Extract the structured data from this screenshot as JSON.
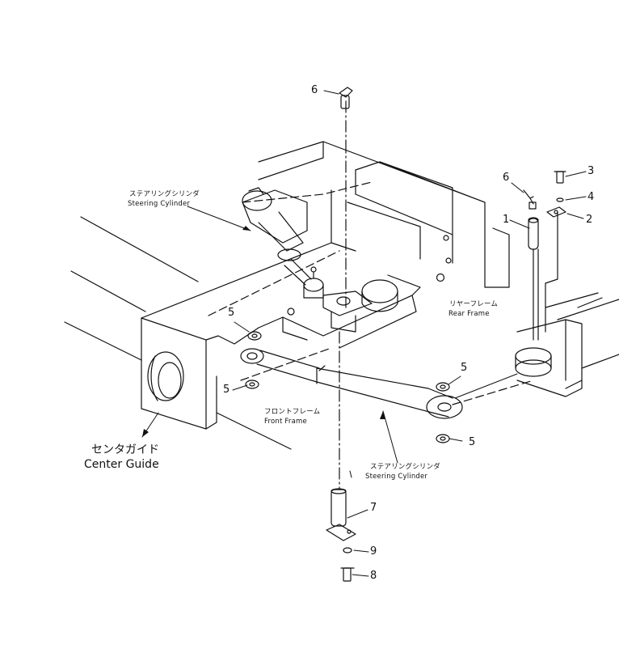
{
  "labels": {
    "steering_cylinder_upper_jp": "ステアリングシリンダ",
    "steering_cylinder_upper_en": "Steering Cylinder",
    "steering_cylinder_lower_jp": "ステアリングシリンダ",
    "steering_cylinder_lower_en": "Steering Cylinder",
    "rear_frame_jp": "リヤーフレーム",
    "rear_frame_en": "Rear Frame",
    "front_frame_jp": "フロントフレーム",
    "front_frame_en": "Front Frame",
    "center_guide_jp": "センタガイド",
    "center_guide_en": "Center Guide"
  },
  "callouts": {
    "c6_top": "6",
    "c6_right": "6",
    "c3": "3",
    "c4": "4",
    "c2": "2",
    "c1": "1",
    "c5_upper_left": "5",
    "c5_lower_left": "5",
    "c5_right": "5",
    "c5_lower_right": "5",
    "c7": "7",
    "c9": "9",
    "c8": "8"
  },
  "colors": {
    "ink": "#111111",
    "paper": "#ffffff"
  }
}
